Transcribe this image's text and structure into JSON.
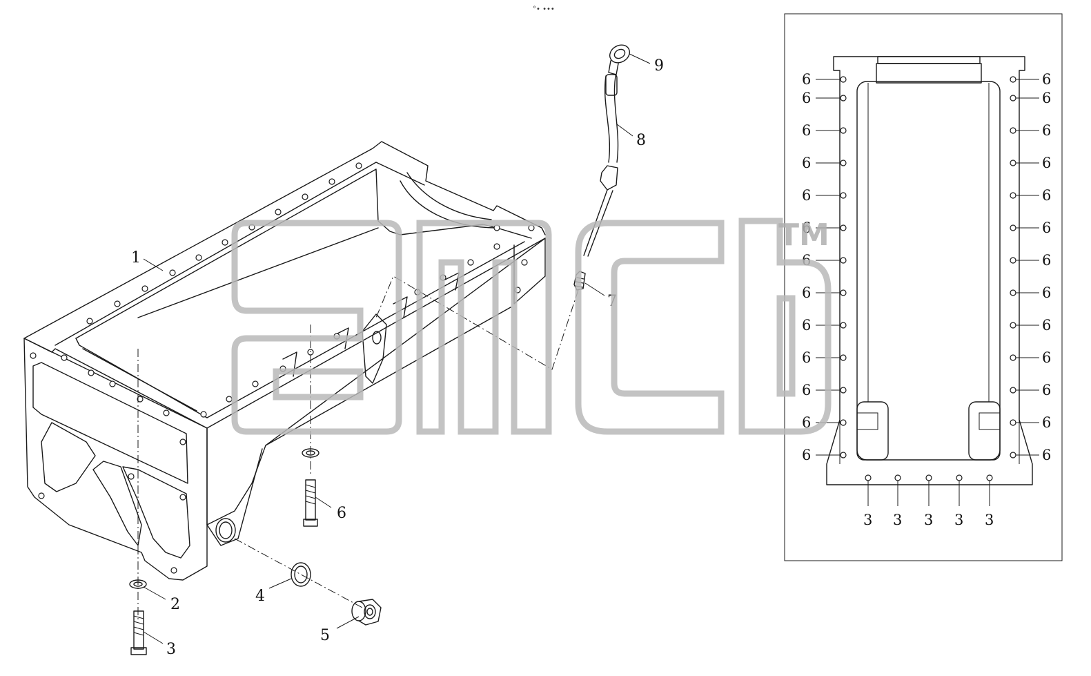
{
  "header": {
    "text": "°• •••"
  },
  "watermark": {
    "tm": "TM",
    "color": "#b9b9b9"
  },
  "callouts": {
    "housing": "1",
    "washer_small": "2",
    "bolt_lower": "3",
    "seal_ring": "4",
    "drain_plug": "5",
    "bolt_upper": "6",
    "adapter": "7",
    "guide_tube": "8",
    "dipstick_handle": "9"
  },
  "top_view": {
    "left_labels": [
      "6",
      "6",
      "6",
      "6",
      "6",
      "6",
      "6",
      "6",
      "6",
      "6",
      "6",
      "6",
      "6"
    ],
    "right_labels": [
      "6",
      "6",
      "6",
      "6",
      "6",
      "6",
      "6",
      "6",
      "6",
      "6",
      "6",
      "6",
      "6"
    ],
    "bottom_labels": [
      "3",
      "3",
      "3",
      "3",
      "3"
    ]
  }
}
